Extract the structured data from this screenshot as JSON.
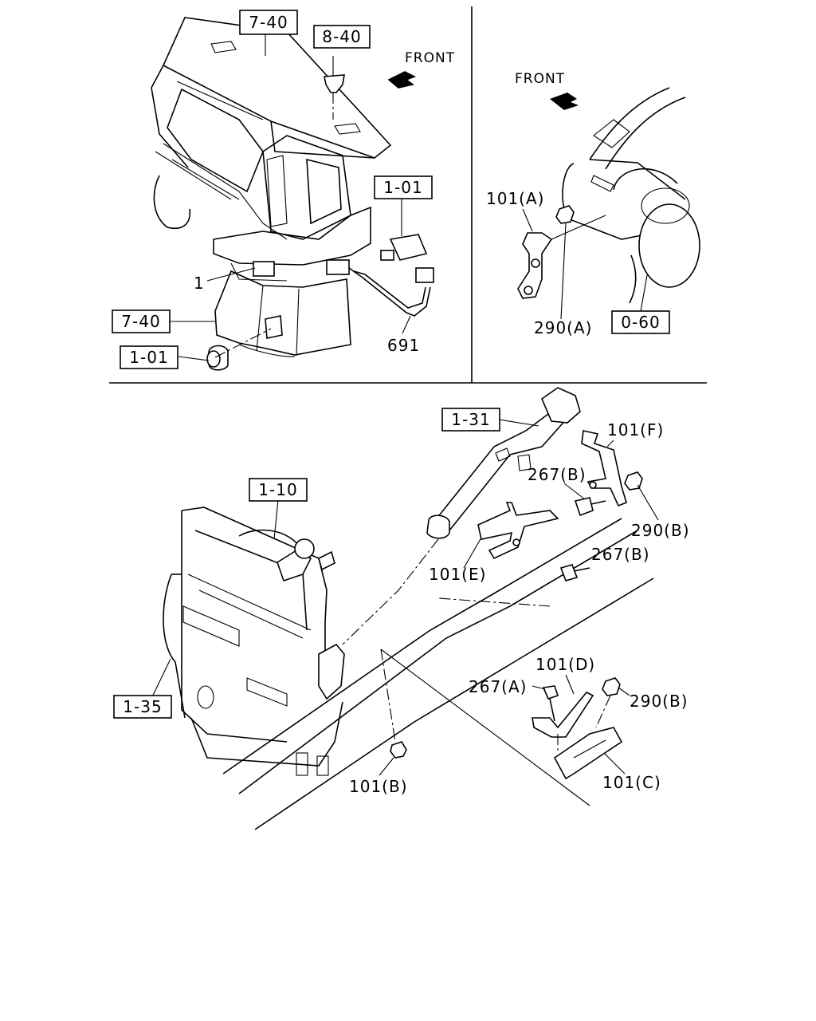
{
  "diagram": {
    "panel_top_left": {
      "ref_boxes": {
        "dash_upper": "7-40",
        "clip": "8-40",
        "switch": "1-01",
        "dash_lower": "7-40",
        "plug": "1-01"
      },
      "front_label": "FRONT",
      "part_switch": "1",
      "part_harness": "691"
    },
    "panel_top_right": {
      "front_label": "FRONT",
      "bracket_a": "101(A)",
      "nut_a": "290(A)",
      "ref_starter": "0-60"
    },
    "panel_bottom": {
      "ref_airhose": "1-31",
      "ref_radiator": "1-10",
      "ref_intercooler": "1-35",
      "bracket_f": "101(F)",
      "bolt_b_upper": "267(B)",
      "nut_b_upper": "290(B)",
      "bracket_e": "101(E)",
      "bolt_b_lower": "267(B)",
      "bracket_d": "101(D)",
      "bolt_a": "267(A)",
      "nut_b_lower": "290(B)",
      "bracket_c": "101(C)",
      "clip_b": "101(B)"
    }
  }
}
